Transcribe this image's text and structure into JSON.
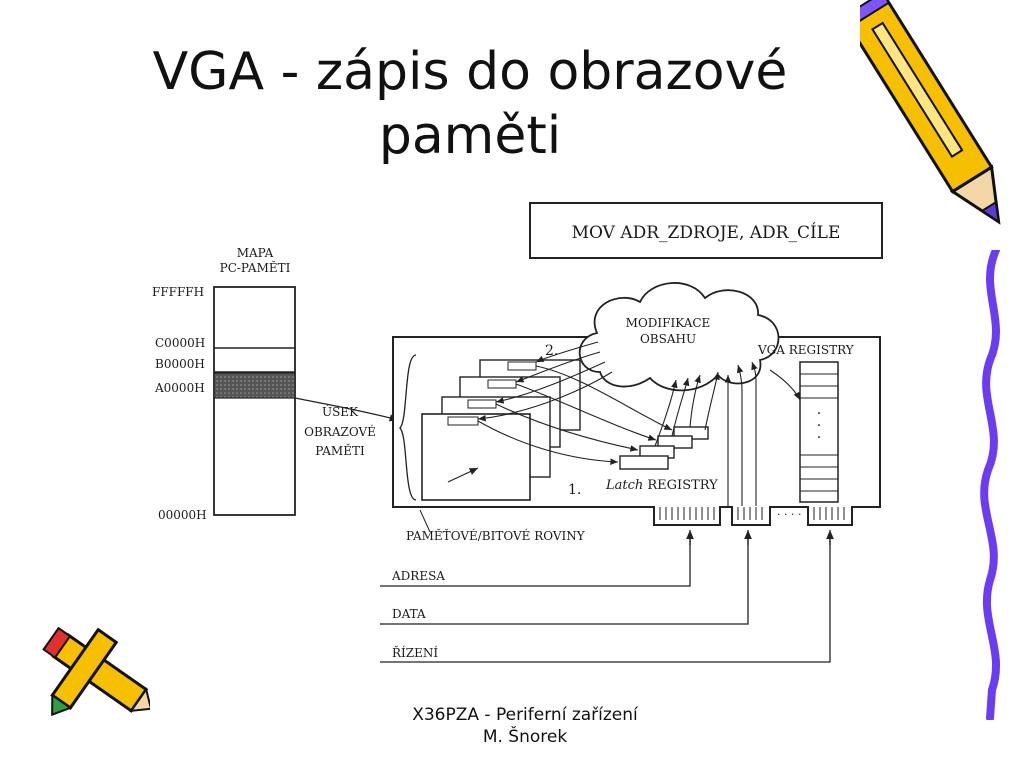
{
  "slide": {
    "title_line1": "VGA - zápis do obrazové",
    "title_line2": "paměti",
    "footer_line1": "X36PZA - Periferní zařízení",
    "footer_line2": "M. Šnorek"
  },
  "diagram": {
    "instruction": "MOV  ADR_ZDROJE,  ADR_CÍLE",
    "memory_map_title_1": "MAPA",
    "memory_map_title_2": "PC-PAMĚTI",
    "addresses": [
      "FFFFFH",
      "C0000H",
      "B0000H",
      "A0000H",
      "00000H"
    ],
    "segment_label": [
      "ÚSEK",
      "OBRAZOVÉ",
      "PAMĚTI"
    ],
    "cloud_label": [
      "MODIFIKACE",
      "OBSAHU"
    ],
    "vga_registers": "VGA  REGISTRY",
    "latch_label_italic": "Latch",
    "latch_label_rest": " REGISTRY",
    "plane_numbers": [
      "2.",
      "1."
    ],
    "planes_label": "PAMĚŤOVÉ/BITOVÉ  ROVINY",
    "bus_lines": [
      "ADRESA",
      "DATA",
      "ŘÍZENÍ"
    ],
    "connector_dots": "· · · ·",
    "register_dots": "·"
  },
  "decorations": [
    "pencil-icon",
    "crayon-icon"
  ]
}
